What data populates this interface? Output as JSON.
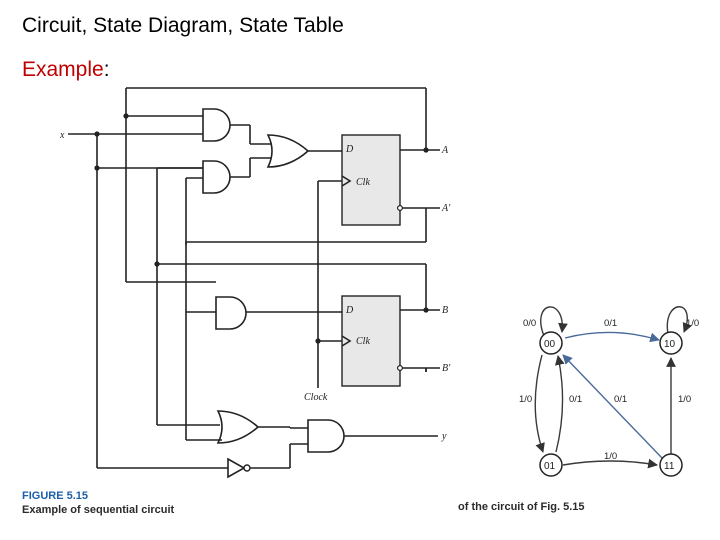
{
  "slide": {
    "title": "Circuit, State Diagram, State Table",
    "example_word": "Example",
    "example_colon": ":"
  },
  "circuit": {
    "signals": {
      "x": "x",
      "A": "A",
      "A_prime": "A'",
      "B": "B",
      "B_prime": "B'",
      "y": "y",
      "clock": "Clock"
    },
    "flipflop_a": {
      "d_label": "D",
      "clk_label": "Clk"
    },
    "flipflop_b": {
      "d_label": "D",
      "clk_label": "Clk"
    }
  },
  "state_diagram": {
    "states": [
      "00",
      "01",
      "10",
      "11"
    ],
    "transitions": {
      "s00_self": "0/0",
      "s00_to_10": "0/1",
      "s10_self": "1/0",
      "s00_to_01": "1/0",
      "s01_to_00": "0/1",
      "s11_to_00": "0/1",
      "s11_to_10": "1/0",
      "s01_to_11": "1/0"
    }
  },
  "captions": {
    "figure_number": "FIGURE 5.15",
    "figure_text": "Example of sequential circuit",
    "right_caption": "of the circuit of Fig. 5.15"
  }
}
